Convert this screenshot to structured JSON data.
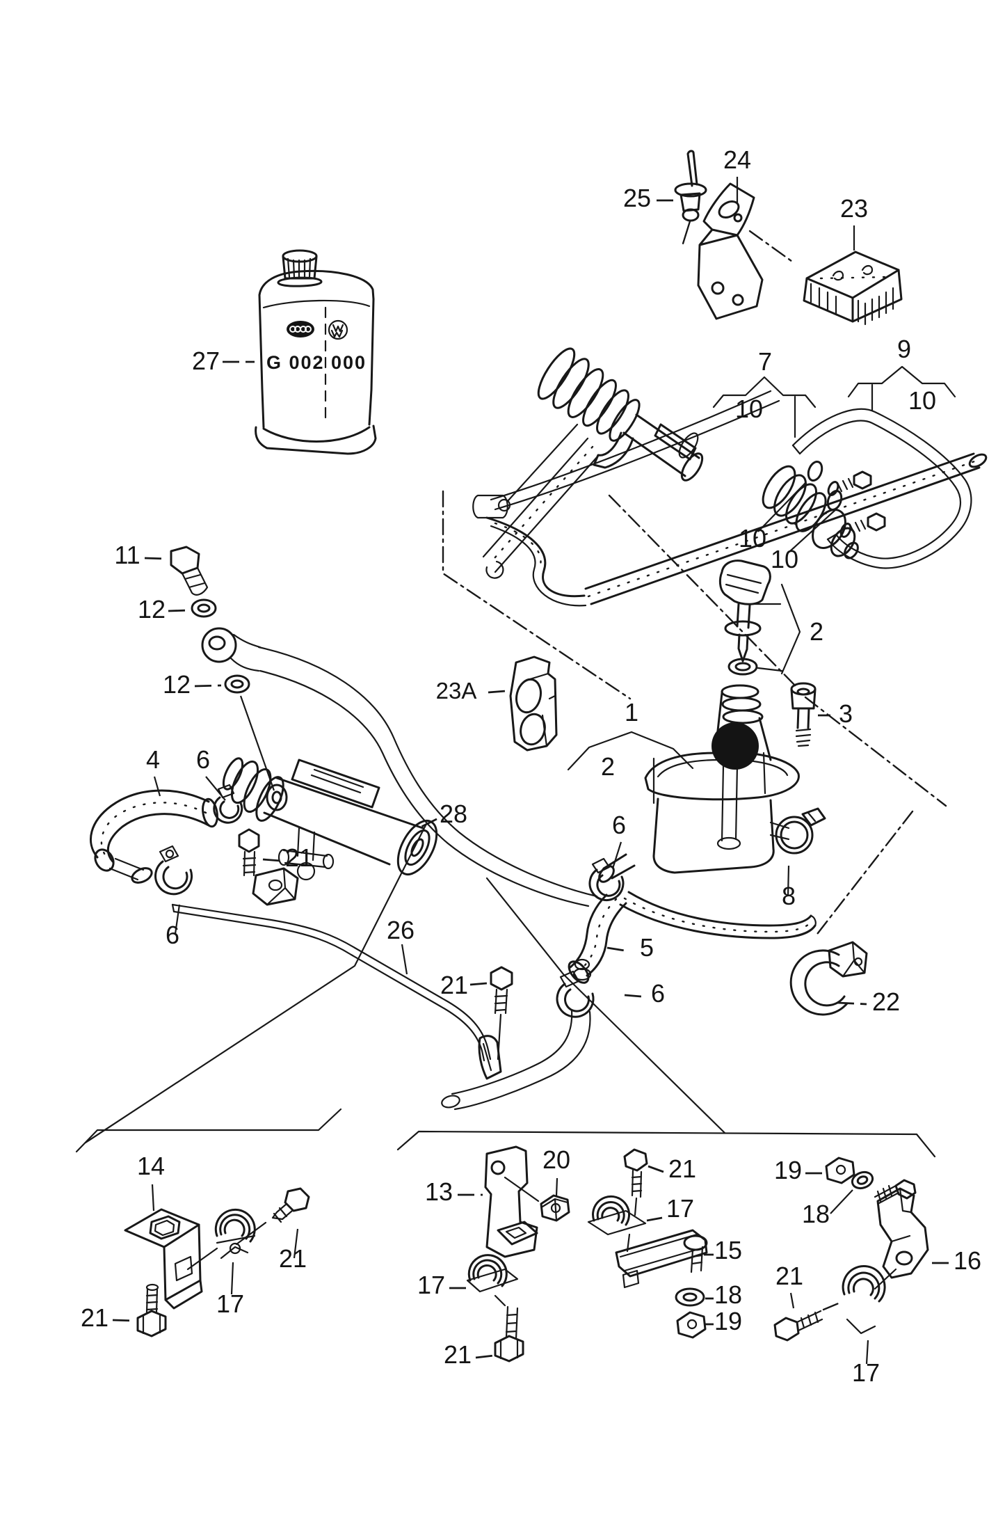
{
  "page": {
    "background": "#ffffff",
    "ink": "#181818",
    "kind": "vehicle-parts-diagram"
  },
  "bottle": {
    "code": "G 002 000",
    "logos": [
      "audi-ellipse-logo",
      "vw-roundel-logo"
    ]
  },
  "highlight": {
    "shape": "filled-circle",
    "color": "#141414"
  },
  "labels": {
    "p25": "25",
    "p24": "24",
    "p23": "23",
    "p27": "27",
    "p7": "7",
    "p7_10": "10",
    "p9": "9",
    "p9_10": "10",
    "p10a": "10",
    "p10b": "10",
    "p11": "11",
    "p12a": "12",
    "p12b": "12",
    "p23a": "23A",
    "p1": "1",
    "p2a": "2",
    "p2b": "2",
    "p3": "3",
    "p4": "4",
    "p6a": "6",
    "p6b": "6",
    "p6c": "6",
    "p6d": "6",
    "p28": "28",
    "p21a": "21",
    "p21b": "21",
    "p5": "5",
    "p8": "8",
    "p22": "22",
    "p26": "26",
    "p14": "14",
    "p17a": "17",
    "p21c": "21",
    "p21d": "21",
    "p13": "13",
    "p20": "20",
    "p21e": "21",
    "p17b": "17",
    "p15": "15",
    "p18a": "18",
    "p19a": "19",
    "p17c": "17",
    "p21f": "21",
    "p19b": "19",
    "p18b": "18",
    "p16": "16",
    "p17d": "17",
    "p21g": "21"
  }
}
